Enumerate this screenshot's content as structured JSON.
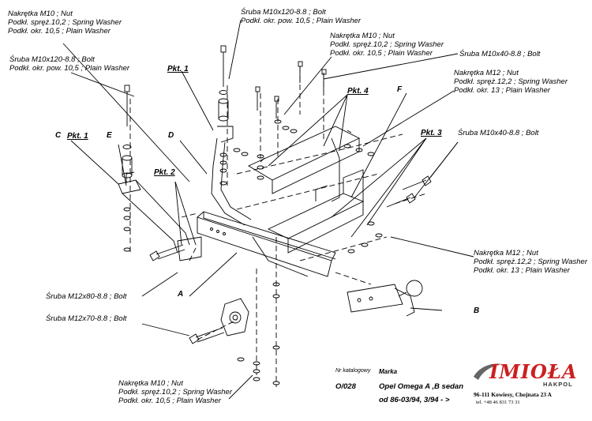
{
  "labels": {
    "top_left_nut": [
      "Nakrętka  M10 ; Nut",
      "Podkł. spręż.10,2 ; Spring Washer",
      "Podkł. okr. 10,5 ; Plain Washer"
    ],
    "top_center_bolt": [
      "Śruba M10x120-8.8 ;  Bolt",
      "Podkł. okr. pow. 10,5 ; Plain Washer"
    ],
    "left_bolt": [
      "Śruba M10x120-8.8 ;  Bolt",
      "Podkł. okr. pow. 10,5 ; Plain Washer"
    ],
    "center_nut": [
      "Nakrętka  M10 ; Nut",
      "Podkł. spręż.10,2 ; Spring Washer",
      "Podkł. okr. 10,5 ; Plain Washer"
    ],
    "right_bolt_top": "Śruba M10x40-8.8 ;  Bolt",
    "right_nut_m12_top": [
      "Nakrętka  M12 ; Nut",
      "Podkł. spręż.12,2 ; Spring Washer",
      "Podkł. okr. 13 ; Plain Washer"
    ],
    "right_bolt_mid": "Śruba M10x40-8.8 ;  Bolt",
    "right_nut_m12_bottom": [
      "Nakrętka  M12 ; Nut",
      "Podkł. spręż.12,2 ; Spring Washer",
      "Podkł. okr. 13 ; Plain Washer"
    ],
    "bolt_m12x80": "Śruba M12x80-8.8 ;  Bolt",
    "bolt_m12x70": "Śruba M12x70-8.8 ;  Bolt",
    "bottom_nut": [
      "Nakrętka  M10 ; Nut",
      "Podkł. spręż.10,2 ; Spring Washer",
      "Podkł. okr. 10,5 ; Plain Washer"
    ]
  },
  "tags": {
    "pkt1_top": "Pkt. 1",
    "pkt1_left": "Pkt. 1",
    "pkt2": "Pkt. 2",
    "pkt3": "Pkt. 3",
    "pkt4": "Pkt. 4",
    "c": "C",
    "e": "E",
    "d": "D",
    "f": "F",
    "a": "A",
    "b": "B"
  },
  "info": {
    "catalog_caption": "Nr katalogowy",
    "brand_caption": "Marka",
    "catalog_number": "O/028",
    "vehicle": "Opel Omega A ,B sedan",
    "years": "od 86-03/94, 3/94 - >"
  },
  "company": {
    "logo": "IMIOŁA",
    "logo_sub": "HAKPOL",
    "address": "96-111 Kowiesy, Chojnata 23 A",
    "phone": "tel. +48 46 831 73 31"
  },
  "colors": {
    "ink": "#000000",
    "logo_red": "#cc1f1f"
  }
}
